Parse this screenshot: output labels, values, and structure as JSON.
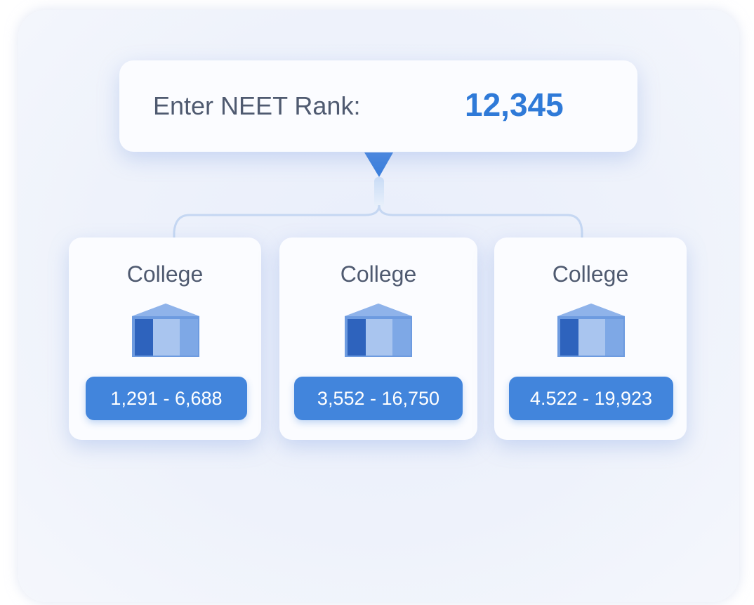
{
  "rank_input": {
    "label": "Enter NEET Rank:",
    "value": "12,345"
  },
  "colleges": [
    {
      "title": "College",
      "icon": "building-icon",
      "range": "1,291 - 6,688"
    },
    {
      "title": "College",
      "icon": "building-icon",
      "range": "3,552 - 16,750"
    },
    {
      "title": "College",
      "icon": "building-icon",
      "range": "4.522 - 19,923"
    }
  ],
  "colors": {
    "accent": "#2f7ad8",
    "badge": "#4285dc",
    "building_dark": "#2e63bd",
    "building_light": "#a9c5ef",
    "building_mid": "#6d9be0"
  }
}
